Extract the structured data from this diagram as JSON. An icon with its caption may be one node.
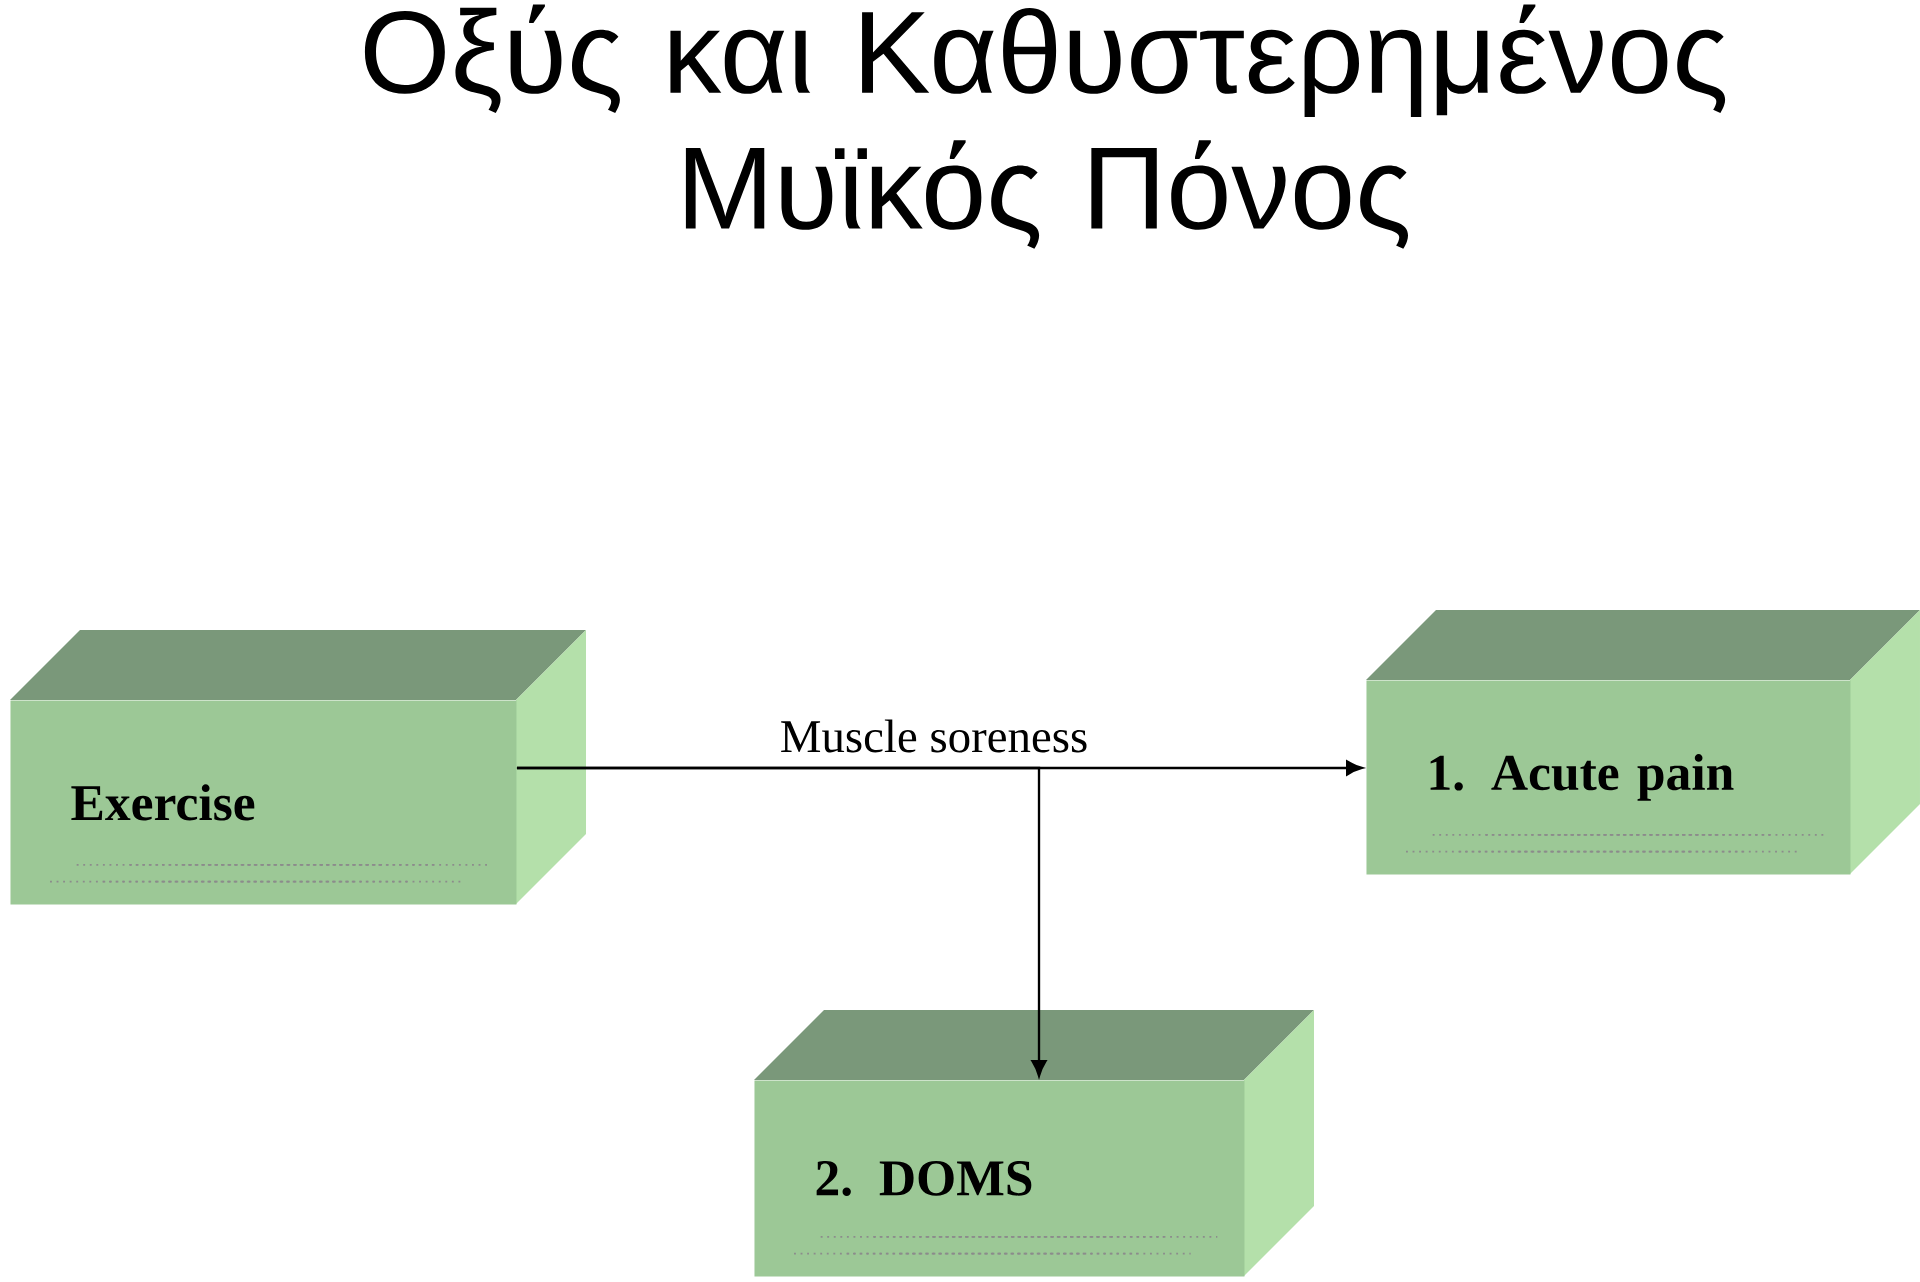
{
  "diagram": {
    "title": "Οξύς και Καθυστερημένος Μυϊκός Πόνος",
    "nodes": [
      {
        "text": [
          "Exercise"
        ]
      },
      {
        "text": [
          "1. Acute pain"
        ]
      },
      {
        "text": [
          "2. DOMS"
        ]
      }
    ],
    "edges": [
      {
        "from": 0,
        "to": 1,
        "arrow": "to",
        "label": "Muscle soreness"
      },
      {
        "from": 0,
        "to": 2,
        "arrow": "to"
      }
    ]
  }
}
